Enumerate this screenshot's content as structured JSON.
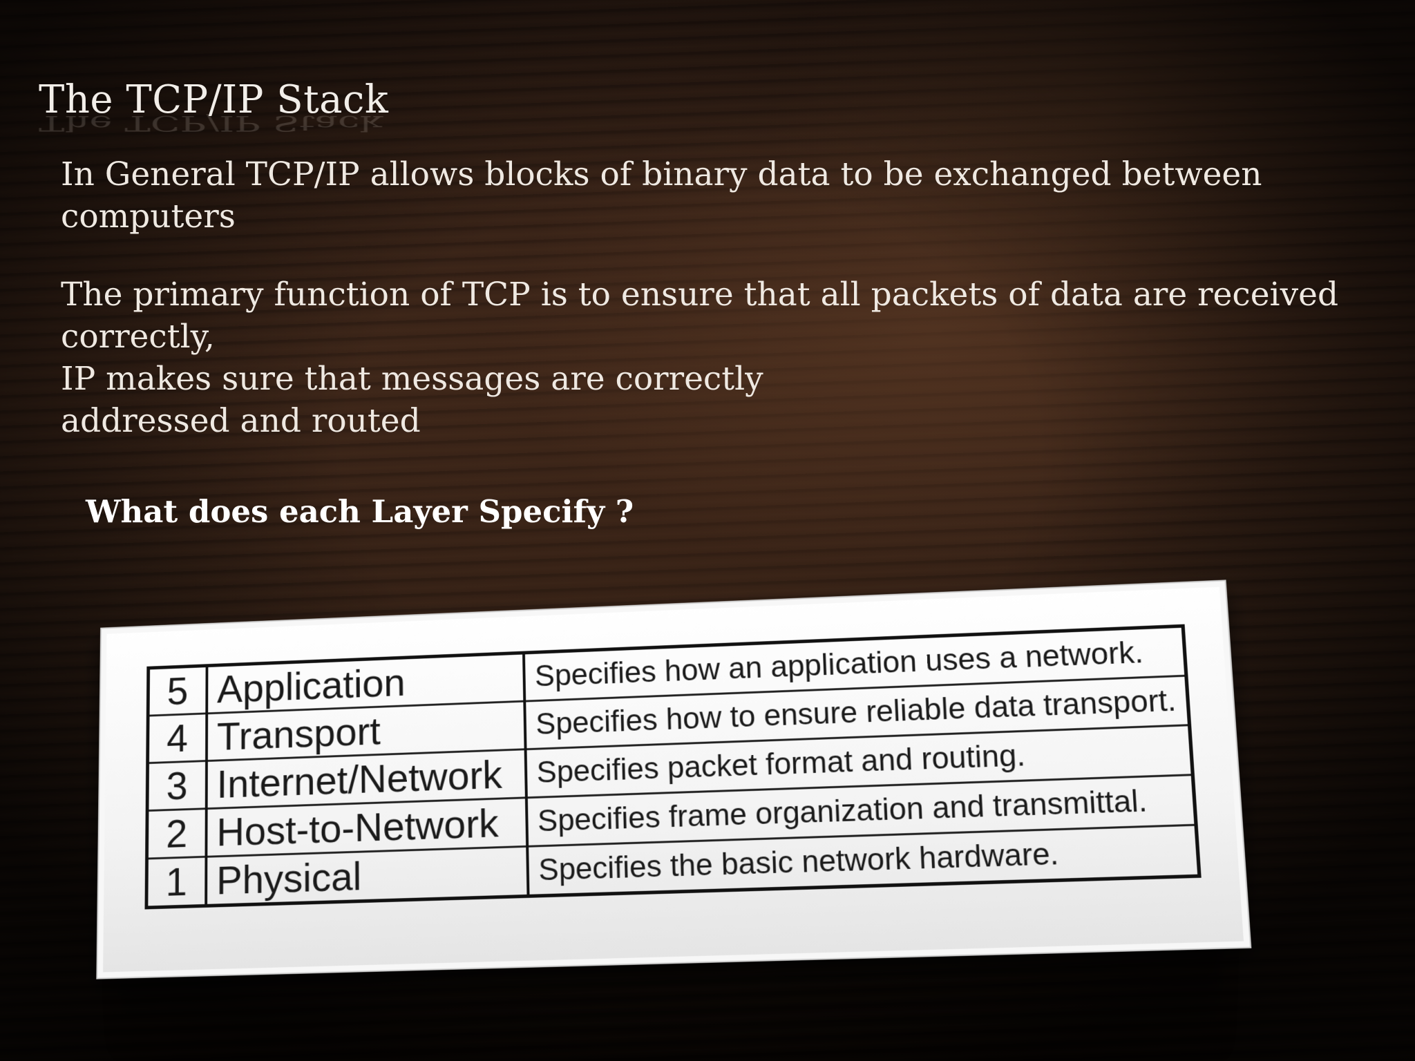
{
  "slide": {
    "title": "The TCP/IP Stack",
    "paragraph_1": "In General TCP/IP allows blocks of binary data to be exchanged between\ncomputers",
    "paragraph_2": "The primary function of TCP is to ensure that all packets of data are  received\ncorrectly,\nIP makes sure that messages are correctly\naddressed and routed",
    "question": "What does each Layer Specify ?"
  },
  "layers_table": {
    "rows": [
      {
        "number": "5",
        "name": "Application",
        "description": "Specifies how an application uses a network."
      },
      {
        "number": "4",
        "name": "Transport",
        "description": "Specifies how to ensure reliable data transport."
      },
      {
        "number": "3",
        "name": "Internet/Network",
        "description": "Specifies packet format and routing."
      },
      {
        "number": "2",
        "name": "Host-to-Network",
        "description": "Specifies frame organization and transmittal."
      },
      {
        "number": "1",
        "name": "Physical",
        "description": "Specifies the basic network hardware."
      }
    ]
  },
  "colors": {
    "background": "#2a1a12",
    "text": "#efe9e2",
    "table_background": "#ffffff",
    "table_border": "#111111"
  }
}
